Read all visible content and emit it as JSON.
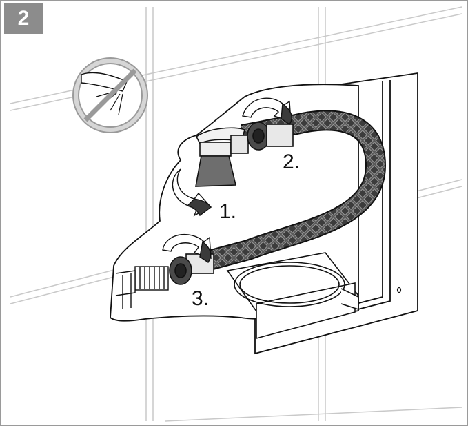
{
  "step_number": "2",
  "labels": {
    "step1": "1.",
    "step2": "2.",
    "step3": "3."
  },
  "icons": [
    "no-water-spray-icon",
    "rotate-arrow-icon"
  ],
  "colors": {
    "badge": "#8c8c8c",
    "hose": "#4a4a4a",
    "tile_line": "#c8c8c8",
    "outline": "#111111"
  }
}
